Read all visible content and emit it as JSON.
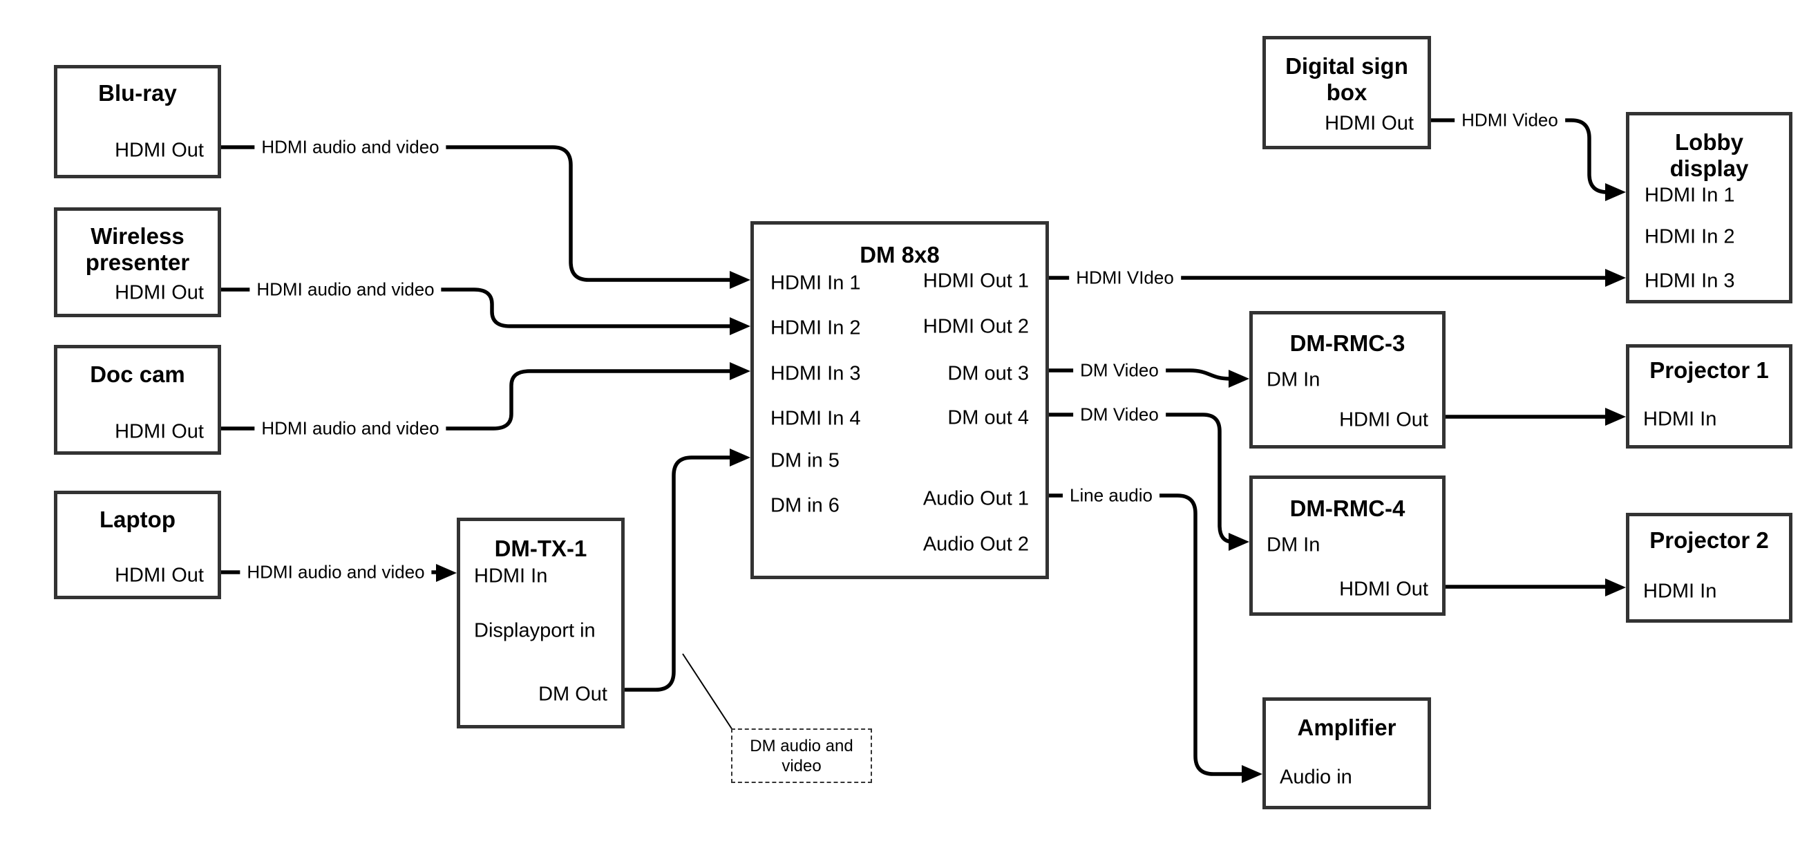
{
  "style": {
    "wire_color": "#000000",
    "box_border_color": "#333333",
    "background": "#ffffff"
  },
  "nodes": {
    "bluray": {
      "title": "Blu-ray",
      "ports": {
        "out": "HDMI Out"
      }
    },
    "wireless": {
      "title": "Wireless\npresenter",
      "ports": {
        "out": "HDMI Out"
      }
    },
    "doccam": {
      "title": "Doc cam",
      "ports": {
        "out": "HDMI Out"
      }
    },
    "laptop": {
      "title": "Laptop",
      "ports": {
        "out": "HDMI Out"
      }
    },
    "dmtx1": {
      "title": "DM-TX-1",
      "ports": {
        "hdmi_in": "HDMI In",
        "dp_in": "Displayport in",
        "dm_out": "DM Out"
      }
    },
    "dm8x8": {
      "title": "DM 8x8",
      "ports": {
        "in1": "HDMI In 1",
        "in2": "HDMI In 2",
        "in3": "HDMI In 3",
        "in4": "HDMI In 4",
        "in5": "DM in 5",
        "in6": "DM in 6",
        "out1": "HDMI Out 1",
        "out2": "HDMI Out 2",
        "out3": "DM out 3",
        "out4": "DM out 4",
        "aout1": "Audio Out 1",
        "aout2": "Audio Out 2"
      }
    },
    "digitalsign": {
      "title": "Digital sign\nbox",
      "ports": {
        "out": "HDMI Out"
      }
    },
    "lobby": {
      "title": "Lobby\ndisplay",
      "ports": {
        "in1": "HDMI In 1",
        "in2": "HDMI In 2",
        "in3": "HDMI In 3"
      }
    },
    "dmrmc3": {
      "title": "DM-RMC-3",
      "ports": {
        "dm_in": "DM In",
        "hdmi_out": "HDMI Out"
      }
    },
    "proj1": {
      "title": "Projector 1",
      "ports": {
        "hdmi_in": "HDMI In"
      }
    },
    "dmrmc4": {
      "title": "DM-RMC-4",
      "ports": {
        "dm_in": "DM In",
        "hdmi_out": "HDMI Out"
      }
    },
    "proj2": {
      "title": "Projector 2",
      "ports": {
        "hdmi_in": "HDMI In"
      }
    },
    "amp": {
      "title": "Amplifier",
      "ports": {
        "audio_in": "Audio in"
      }
    }
  },
  "edges": {
    "bluray_dm8x8": {
      "label": "HDMI audio and video"
    },
    "wireless_dm8x8": {
      "label": "HDMI audio and video"
    },
    "doccam_dm8x8": {
      "label": "HDMI audio and video"
    },
    "laptop_dmtx1": {
      "label": "HDMI audio and video"
    },
    "dm8x8_lobby": {
      "label": "HDMI VIdeo"
    },
    "dm8x8_dmrmc3": {
      "label": "DM Video"
    },
    "dm8x8_dmrmc4": {
      "label": "DM Video"
    },
    "dm8x8_amp": {
      "label": "Line audio"
    },
    "digitalsign_lobby": {
      "label": "HDMI Video"
    }
  },
  "note": {
    "label": "DM audio and\nvideo"
  }
}
